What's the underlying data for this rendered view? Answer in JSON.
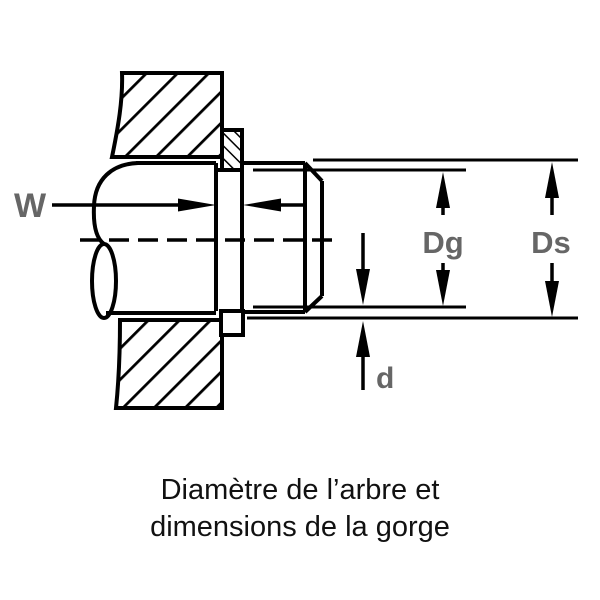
{
  "diagram": {
    "labels": {
      "groove_width": "W",
      "groove_diameter": "Dg",
      "shaft_diameter": "Ds",
      "groove_depth": "d"
    },
    "caption": {
      "line1": "Diamètre de l’arbre et",
      "line2": "dimensions de la gorge"
    },
    "colors": {
      "line_black": "#000000",
      "label_gray": "#666666",
      "background": "#ffffff"
    }
  }
}
